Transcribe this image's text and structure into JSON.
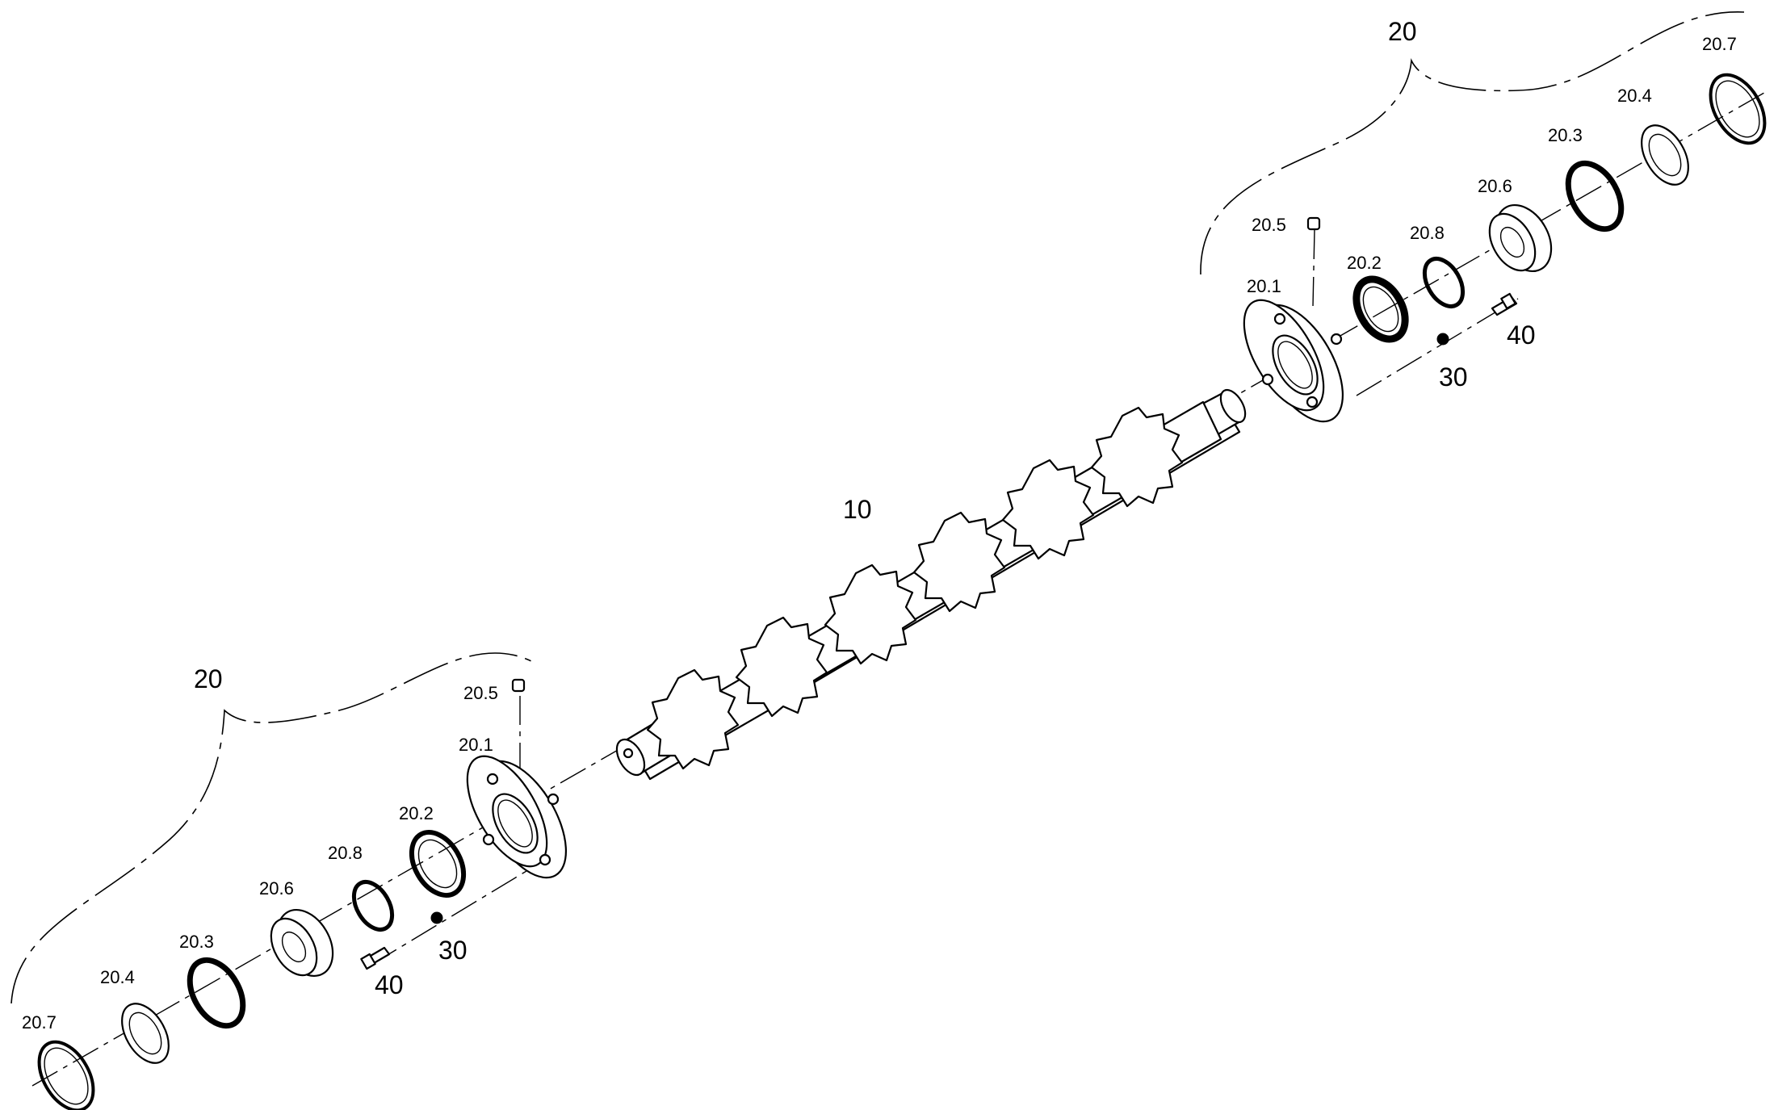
{
  "labels": {
    "shaft": "10",
    "assembly_right": "20",
    "assembly_left": "20",
    "right_20_1": "20.1",
    "right_20_2": "20.2",
    "right_20_3": "20.3",
    "right_20_4": "20.4",
    "right_20_5": "20.5",
    "right_20_6": "20.6",
    "right_20_7": "20.7",
    "right_20_8": "20.8",
    "right_30": "30",
    "right_40": "40",
    "left_20_1": "20.1",
    "left_20_2": "20.2",
    "left_20_3": "20.3",
    "left_20_4": "20.4",
    "left_20_5": "20.5",
    "left_20_6": "20.6",
    "left_20_7": "20.7",
    "left_20_8": "20.8",
    "left_30": "30",
    "left_40": "40"
  }
}
